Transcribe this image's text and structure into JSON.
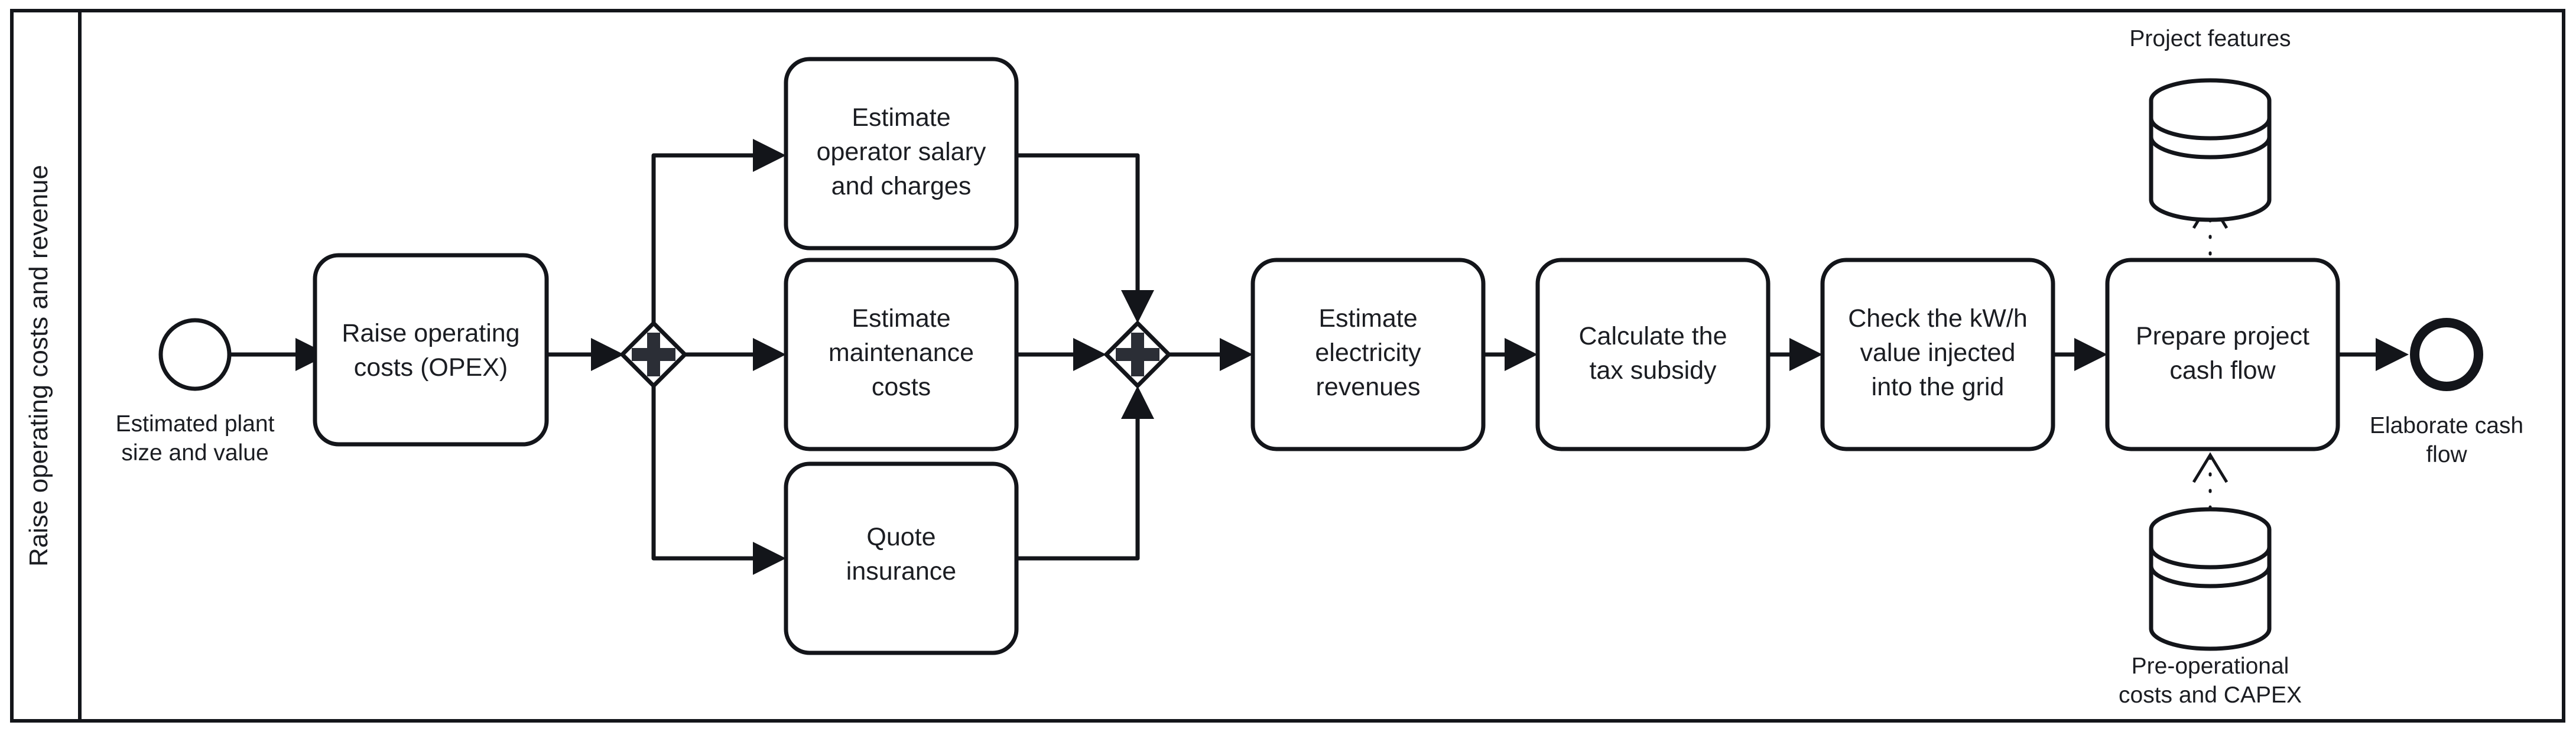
{
  "diagram": {
    "type": "bpmn-process",
    "lane": {
      "label": "Raise operating costs and revenue"
    },
    "events": [
      {
        "id": "start",
        "kind": "start-event",
        "label_line1": "Estimated plant",
        "label_line2": "size and value"
      },
      {
        "id": "end",
        "kind": "end-event",
        "label_line1": "Elaborate cash",
        "label_line2": "flow"
      }
    ],
    "gateways": [
      {
        "id": "split",
        "kind": "parallel-gateway",
        "symbol": "plus"
      },
      {
        "id": "join",
        "kind": "parallel-gateway",
        "symbol": "plus"
      }
    ],
    "tasks": [
      {
        "id": "t1",
        "line1": "Raise operating",
        "line2": "costs (OPEX)",
        "line3": ""
      },
      {
        "id": "t2",
        "line1": "Estimate",
        "line2": "operator salary",
        "line3": "and charges"
      },
      {
        "id": "t3",
        "line1": "Estimate",
        "line2": "maintenance",
        "line3": "costs"
      },
      {
        "id": "t4",
        "line1": "Quote",
        "line2": "insurance",
        "line3": ""
      },
      {
        "id": "t5",
        "line1": "Estimate",
        "line2": "electricity",
        "line3": "revenues"
      },
      {
        "id": "t6",
        "line1": "Calculate the",
        "line2": "tax subsidy",
        "line3": ""
      },
      {
        "id": "t7",
        "line1": "Check the kW/h",
        "line2": "value injected",
        "line3": "into the grid"
      },
      {
        "id": "t8",
        "line1": "Prepare project",
        "line2": "cash flow",
        "line3": ""
      }
    ],
    "data_stores": [
      {
        "id": "ds-top",
        "kind": "data-store",
        "label_line1": "Project features",
        "label_line2": ""
      },
      {
        "id": "ds-bottom",
        "kind": "data-store",
        "label_line1": "Pre-operational",
        "label_line2": "costs and CAPEX"
      }
    ],
    "colors": {
      "stroke": "#13151a",
      "fill": "#ffffff",
      "text": "#1b1d22"
    }
  }
}
